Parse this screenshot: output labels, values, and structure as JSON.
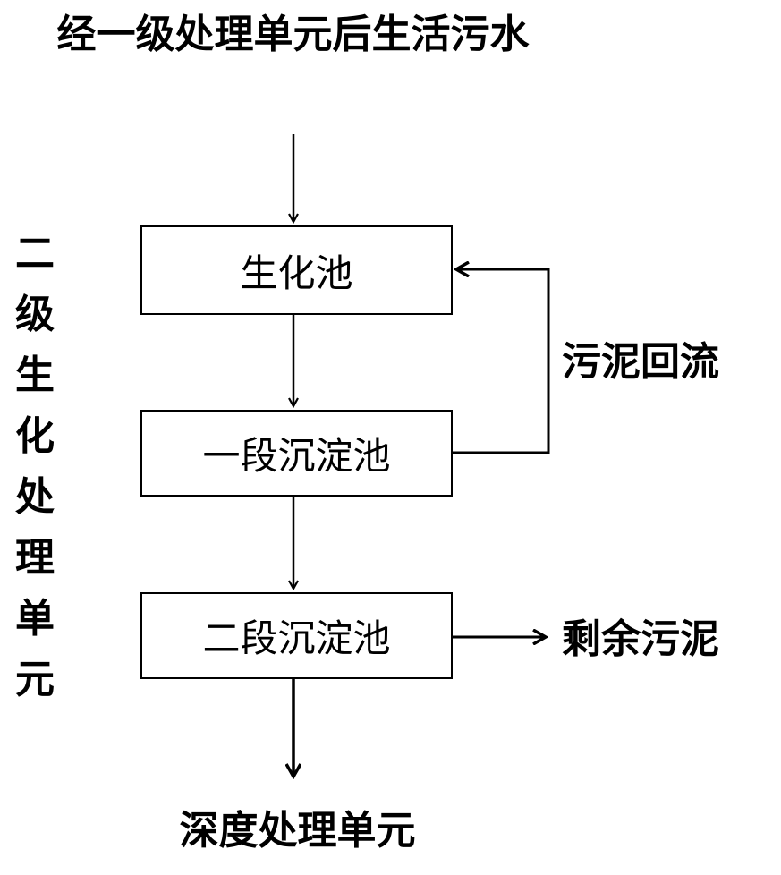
{
  "input": {
    "label": "经一级处理单元后生活污水"
  },
  "unit": {
    "label": "二级生化处理单元"
  },
  "boxes": {
    "bio_tank": "生化池",
    "settle_tank_1": "一段沉淀池",
    "settle_tank_2": "二段沉淀池"
  },
  "flows": {
    "sludge_return": "污泥回流",
    "excess_sludge": "剩余污泥"
  },
  "output": {
    "label": "深度处理单元"
  }
}
